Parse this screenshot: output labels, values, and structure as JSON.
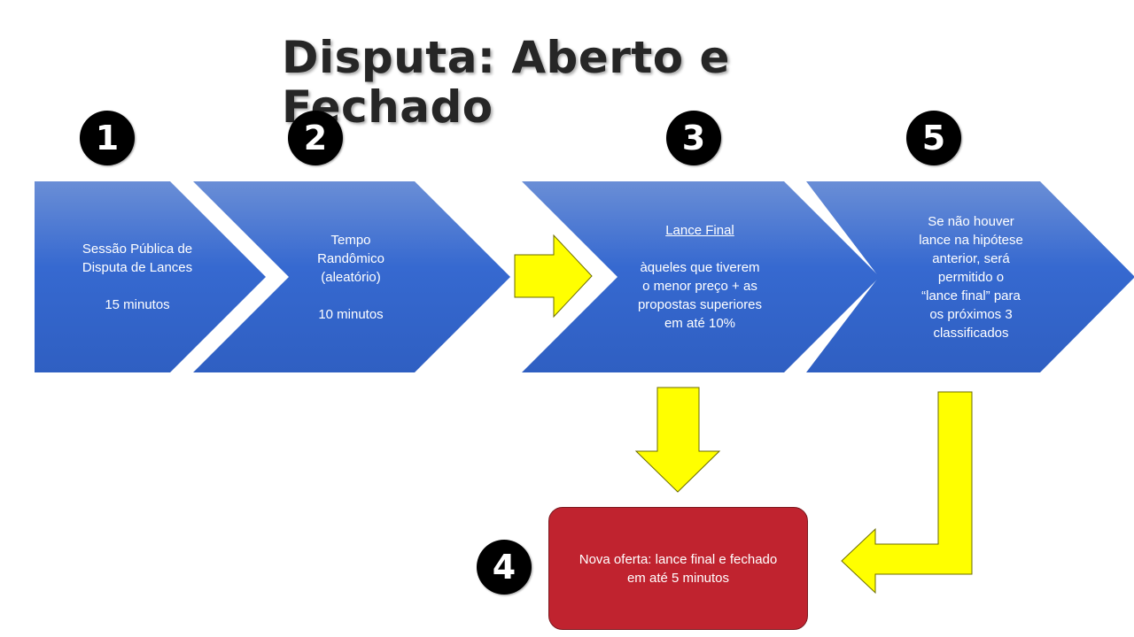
{
  "title": {
    "line1": "Disputa: Aberto e",
    "line2": "Fechado"
  },
  "badges": [
    "1",
    "2",
    "3",
    "5",
    "4"
  ],
  "steps": [
    {
      "lines": [
        "Sessão Pública de",
        "Disputa de Lances",
        "",
        "15 minutos"
      ]
    },
    {
      "lines": [
        "Tempo",
        "Randômico",
        "(aleatório)",
        "",
        "10 minutos"
      ]
    },
    {
      "heading": "Lance Final",
      "lines": [
        "",
        "àqueles que tiverem",
        "o menor preço  + as",
        "propostas superiores",
        "em até 10%"
      ]
    },
    {
      "lines": [
        "Se não houver",
        "lance na hipótese",
        "anterior, será",
        "permitido o",
        "“lance final” para",
        "os próximos 3",
        "classificados"
      ]
    }
  ],
  "final_box": {
    "lines": [
      "Nova oferta: lance final e fechado",
      "em até 5 minutos"
    ]
  },
  "colors": {
    "chevron": "#3669d0",
    "arrow": "#ffff00",
    "final_box": "#c0232f",
    "badge": "#000000"
  }
}
